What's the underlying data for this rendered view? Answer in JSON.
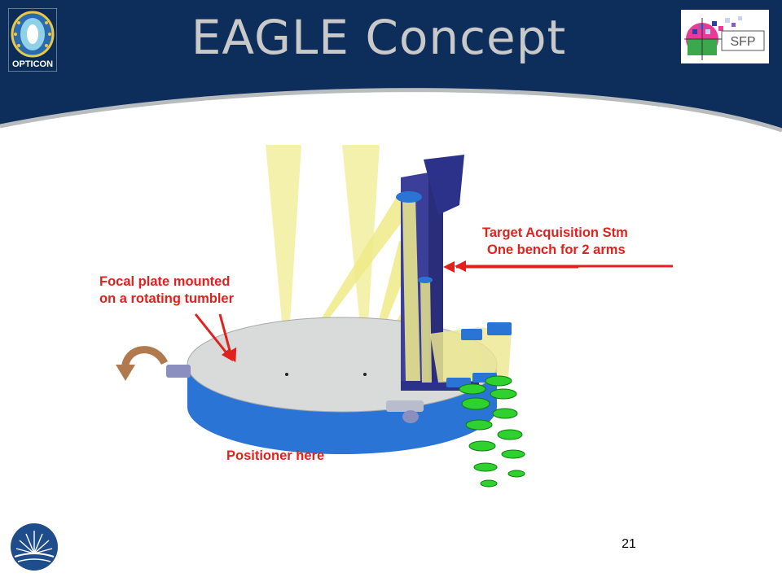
{
  "slide": {
    "title": "EAGLE Concept",
    "page_number": "21"
  },
  "logos": {
    "top_left": "OPTICON",
    "top_right": "SFP"
  },
  "annotations": {
    "focal_plate_line1": "Focal plate mounted",
    "focal_plate_line2": "on a rotating tumbler",
    "target_acq_line1": "Target Acquisition Stm",
    "target_acq_line2": "One bench for 2 arms",
    "positioner": "Positioner here"
  },
  "colors": {
    "header_bg": "#0d2d5a",
    "title_text": "#c9c9c9",
    "annotation_red": "#e3211c"
  }
}
